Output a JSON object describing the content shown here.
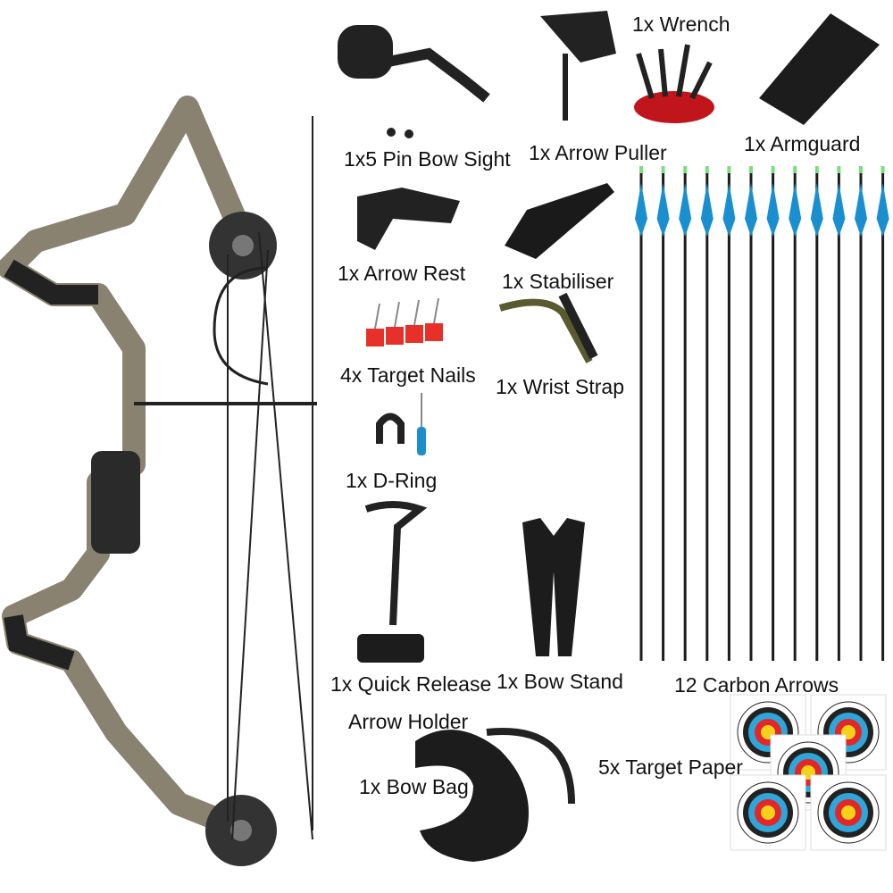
{
  "labels": {
    "wrench": "1x Wrench",
    "sight": "1x5 Pin Bow Sight",
    "puller": "1x Arrow Puller",
    "armguard": "1x Armguard",
    "rest": "1x Arrow Rest",
    "stabiliser": "1x Stabiliser",
    "nails": "4x Target Nails",
    "wrist": "1x Wrist Strap",
    "dring": "1x D-Ring",
    "quick": "1x Quick Release",
    "holder": "Arrow Holder",
    "stand": "1x Bow Stand",
    "arrows": "12 Carbon Arrows",
    "bag": "1x Bow Bag",
    "targets": "5x Target Paper"
  },
  "colors": {
    "fletching": "#1a8fd0",
    "nock": "#7be07b",
    "nail_head": "#e8302a",
    "wrench": "#c0151b",
    "camo": "#8a8270"
  }
}
